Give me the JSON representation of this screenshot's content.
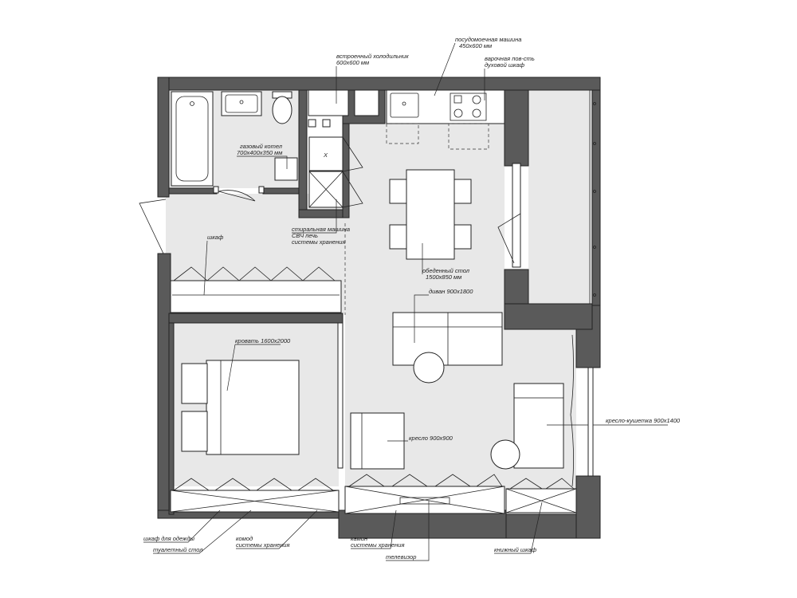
{
  "labels": {
    "dishwasher": "посудомоечная машина",
    "dishwasher_size": "450x600 мм",
    "hob": "варочная пов-сть",
    "oven": "духовой шкаф",
    "fridge": "встроенный холодильник",
    "fridge_size": "600x600 мм",
    "boiler": "газовый котел",
    "boiler_size": "700x400x350 мм",
    "wardrobe_hall": "шкаф",
    "washer": "стиральная машина",
    "microwave": "СВЧ печь",
    "storage": "системы хранения",
    "dining_table": "обеденный стол",
    "dining_table_size": "1500x850 мм",
    "sofa": "диван 900x1800",
    "bed": "кровать 1600x2000",
    "armchair": "кресло 900x900",
    "armchair_bed": "кресло-кушетка 900x1400",
    "wardrobe_clothes": "шкаф для одежды",
    "dressing_table": "туалетный стол",
    "dresser": "комод",
    "dresser_storage": "системы хранения",
    "fireplace": "камин",
    "fireplace_storage": "системы хранения",
    "tv": "телевизор",
    "bookcase": "книжный шкаф",
    "shower_mark": "X"
  }
}
